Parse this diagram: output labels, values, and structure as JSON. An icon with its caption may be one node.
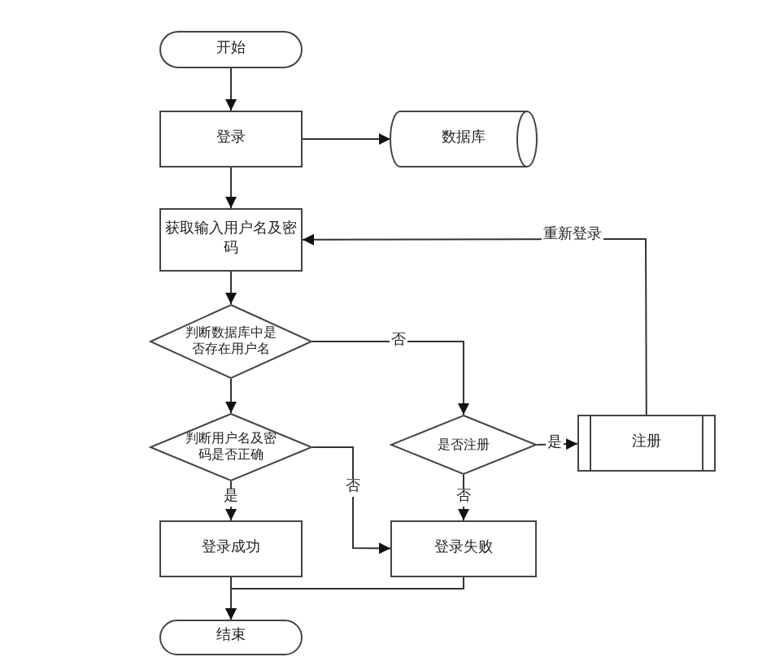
{
  "diagram": {
    "nodes": [
      {
        "text": [
          "开始"
        ]
      },
      {
        "text": [
          "登录"
        ]
      },
      {
        "text": [
          "数据库"
        ]
      },
      {
        "text": [
          "获取输入用户名及密码"
        ]
      },
      {
        "text": [
          "判断数据库中是否存在用户名"
        ]
      },
      {
        "text": [
          "判断用户名及密码是否正确"
        ]
      },
      {
        "text": [
          "是否注册"
        ]
      },
      {
        "text": [
          "注册"
        ]
      },
      {
        "text": [
          "登录成功"
        ]
      },
      {
        "text": [
          "登录失败"
        ]
      },
      {
        "text": [
          "结束"
        ]
      }
    ],
    "edges": [
      {
        "from": 0,
        "to": 1,
        "arrow": "to"
      },
      {
        "from": 1,
        "to": 2,
        "arrow": "to"
      },
      {
        "from": 1,
        "to": 3,
        "arrow": "to"
      },
      {
        "from": 3,
        "to": 4,
        "arrow": "to"
      },
      {
        "from": 4,
        "to": 5,
        "arrow": "to"
      },
      {
        "from": 4,
        "to": 6,
        "arrow": "to",
        "label": "否"
      },
      {
        "from": 5,
        "to": 8,
        "arrow": "to",
        "label": "是"
      },
      {
        "from": 5,
        "to": 9,
        "arrow": "to",
        "label": "否"
      },
      {
        "from": 6,
        "to": 7,
        "arrow": "to",
        "label": "是"
      },
      {
        "from": 6,
        "to": 9,
        "arrow": "to",
        "label": "否"
      },
      {
        "from": 7,
        "to": 3,
        "arrow": "to",
        "label": "重新登录"
      },
      {
        "from": 8,
        "to": 10,
        "arrow": "to"
      },
      {
        "from": 9,
        "to": 10,
        "arrow": "to"
      }
    ]
  }
}
